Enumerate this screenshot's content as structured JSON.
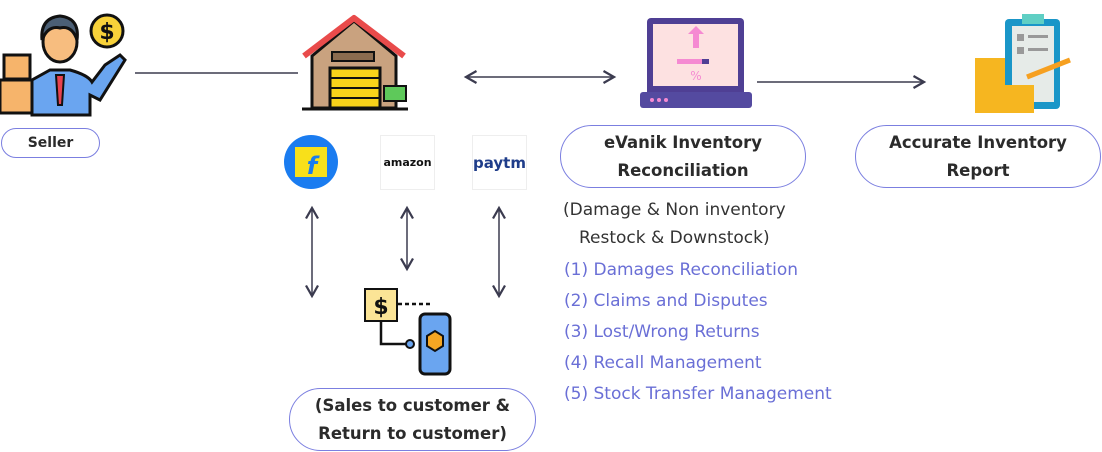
{
  "nodes": {
    "seller": {
      "label": "Seller",
      "icon": "seller-icon"
    },
    "warehouse": {
      "icon": "warehouse-icon"
    },
    "evanik": {
      "label_line1": "eVanik Inventory",
      "label_line2": "Reconciliation",
      "icon": "laptop-icon"
    },
    "report": {
      "label_line1": "Accurate Inventory",
      "label_line2": "Report",
      "icon": "clipboard-report-icon"
    },
    "customer": {
      "label_line1": "(Sales to customer &",
      "label_line2": "Return to customer)",
      "icon": "mobile-payment-icon"
    }
  },
  "marketplaces": [
    {
      "name": "flipkart",
      "icon": "flipkart-logo"
    },
    {
      "name": "amazon",
      "text": "amazon"
    },
    {
      "name": "paytm",
      "text": "paytm"
    }
  ],
  "note": {
    "line1": "(Damage & Non inventory",
    "line2": "Restock & Downstock)"
  },
  "features": [
    "(1) Damages Reconciliation",
    "(2) Claims and Disputes",
    "(3) Lost/Wrong Returns",
    "(4) Recall Management",
    "(5) Stock Transfer Management"
  ],
  "colors": {
    "pill_border": "#7b7fe0",
    "feature_text": "#6a6fd6",
    "arrow": "#3b3b4f"
  }
}
